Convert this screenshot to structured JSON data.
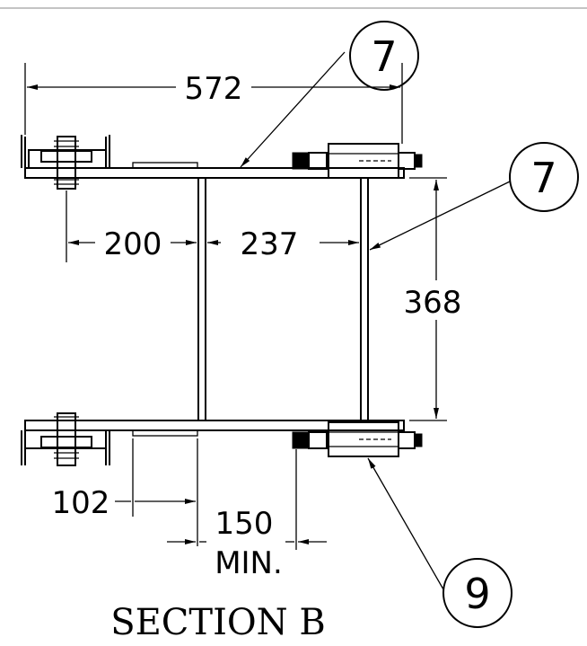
{
  "dimensions": {
    "overall_width": "572",
    "left_offset": "200",
    "post_spacing": "237",
    "vertical_spacing": "368",
    "plate_offset": "102",
    "min_clearance_value": "150",
    "min_clearance_suffix": "MIN."
  },
  "balloons": {
    "top_callout": "7",
    "right_callout": "7",
    "bottom_callout": "9"
  },
  "title": "SECTION B"
}
